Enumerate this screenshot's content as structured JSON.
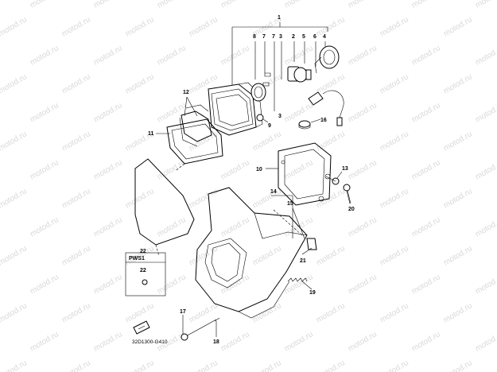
{
  "watermark": "motod.ru",
  "diagram_code": "32D1300-G410",
  "variant_box_label": "PWS1",
  "callouts": {
    "c1": "1",
    "c2": "2",
    "c3a": "3",
    "c3b": "3",
    "c4": "4",
    "c5": "5",
    "c6": "6",
    "c7a": "7",
    "c7b": "7",
    "c8": "8",
    "c9": "9",
    "c10": "10",
    "c11": "11",
    "c12": "12",
    "c13": "13",
    "c14": "14",
    "c15": "15",
    "c16": "16",
    "c17": "17",
    "c18": "18",
    "c19": "19",
    "c20": "20",
    "c21": "21",
    "c22a": "22",
    "c22b": "22"
  }
}
